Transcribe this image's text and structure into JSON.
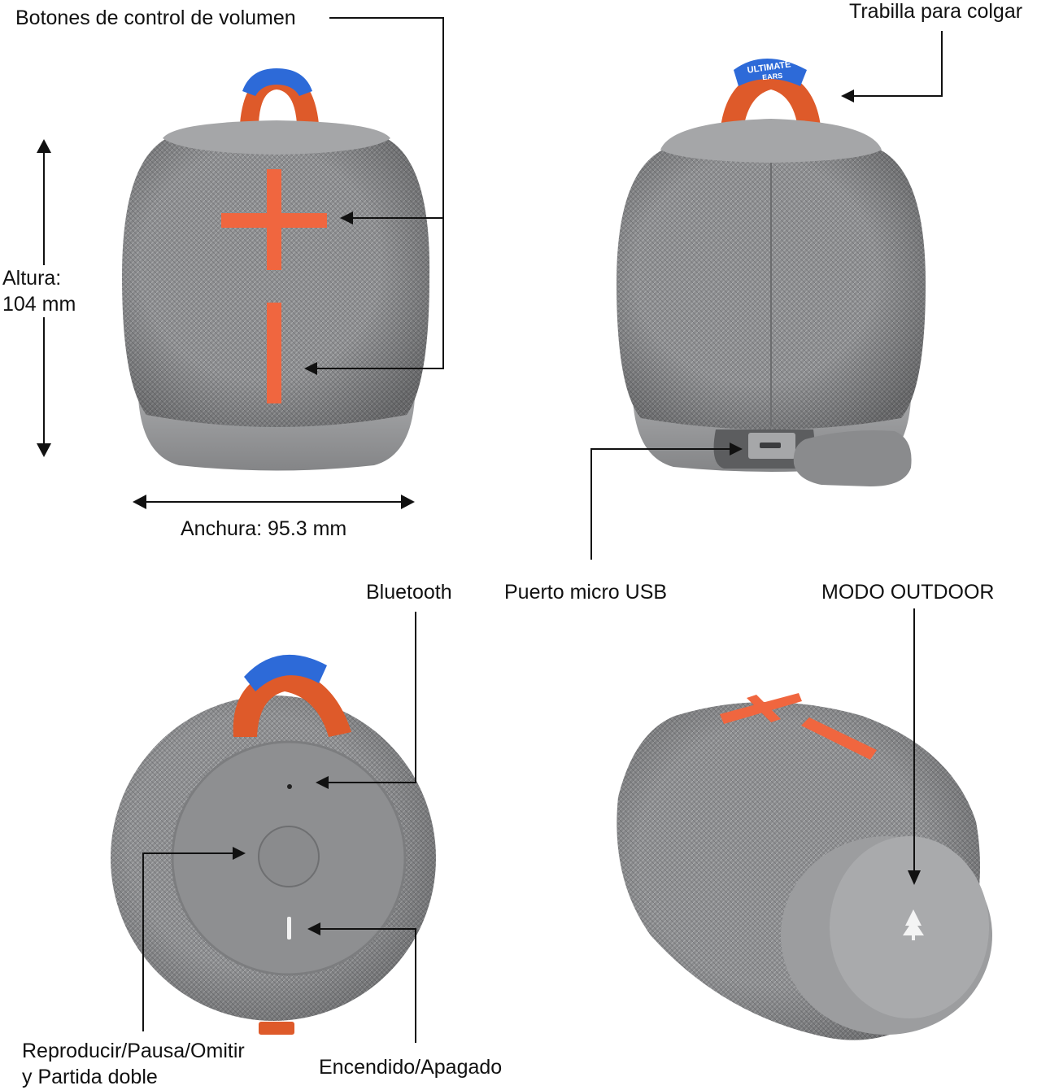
{
  "labels": {
    "volume_buttons": "Botones de control de volumen",
    "hanging_strap": "Trabilla para colgar",
    "height_label": "Altura:",
    "height_value": "104 mm",
    "width": "Anchura: 95.3 mm",
    "bluetooth": "Bluetooth",
    "micro_usb": "Puerto micro USB",
    "outdoor_mode": "MODO OUTDOOR",
    "play_pause_line1": "Reproducir/Pausa/Omitir",
    "play_pause_line2": "y Partida doble",
    "power": "Encendido/Apagado"
  },
  "brand_strap_text": [
    "ULTIMATE",
    "EARS"
  ],
  "colors": {
    "fabric": "#8e8f91",
    "fabric_dark": "#77787a",
    "cap": "#9a9b9d",
    "cap_dark": "#858688",
    "accent_orange": "#f0663f",
    "strap_orange": "#de5a2a",
    "strap_blue": "#2d6ad8",
    "line": "#111111"
  },
  "icons": [
    "plus-icon",
    "minus-icon",
    "tree-icon",
    "power-icon",
    "bluetooth-led-icon"
  ]
}
